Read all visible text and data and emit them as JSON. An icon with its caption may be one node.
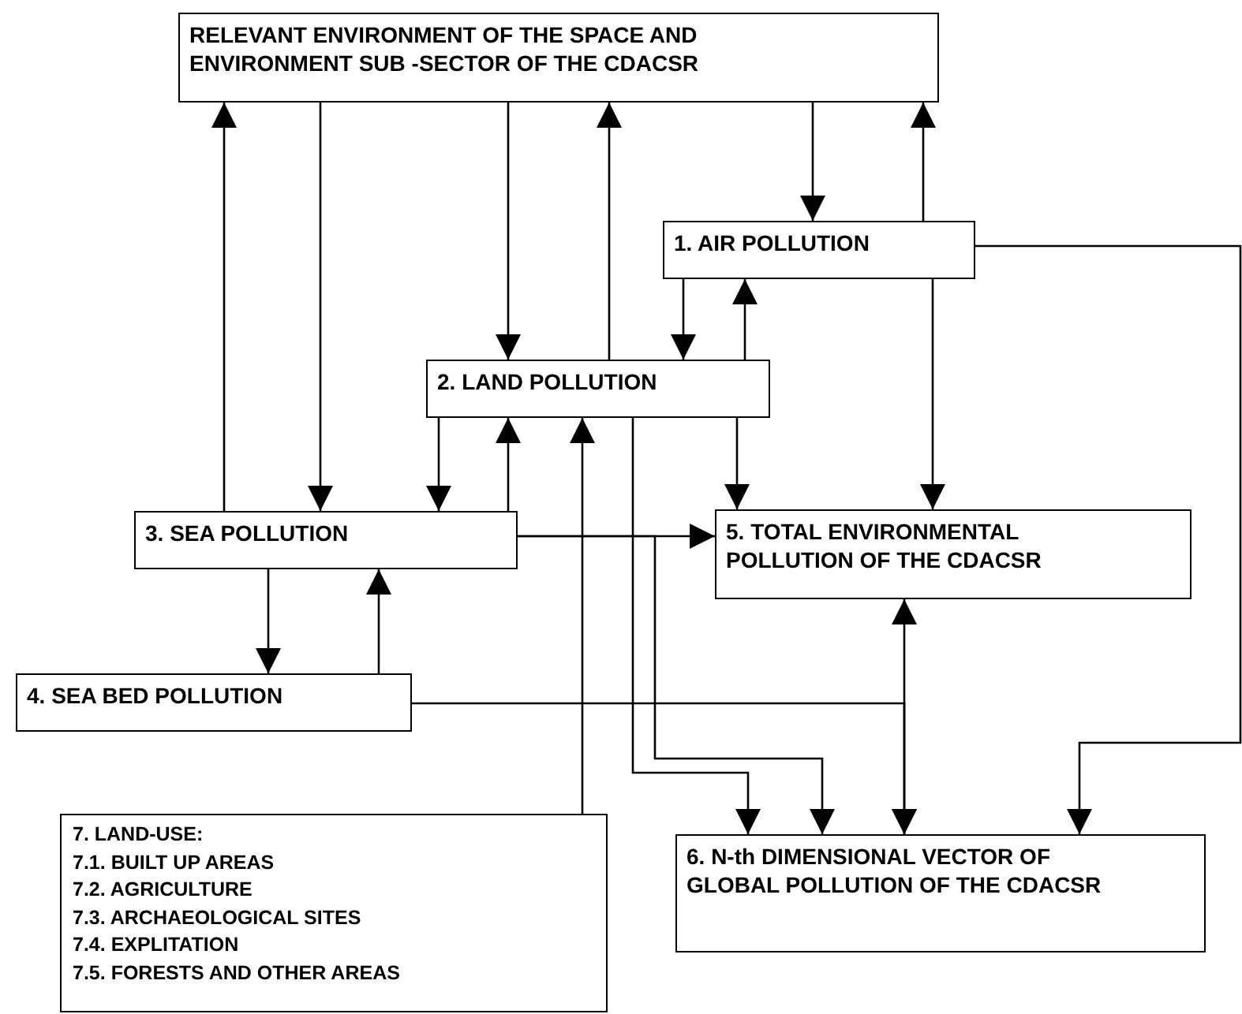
{
  "diagram": {
    "nodes": [
      {
        "text": [
          "RELEVANT ENVIRONMENT OF THE SPACE AND ENVIRONMENT SUB -SECTOR OF THE CDACSR"
        ]
      },
      {
        "text": [
          "1. AIR POLLUTION"
        ]
      },
      {
        "text": [
          "2. LAND POLLUTION"
        ]
      },
      {
        "text": [
          "3. SEA POLLUTION"
        ]
      },
      {
        "text": [
          "4. SEA BED POLLUTION"
        ]
      },
      {
        "text": [
          "5. TOTAL ENVIRONMENTAL POLLUTION OF THE CDACSR"
        ]
      },
      {
        "text": [
          "6. N-th DIMENSIONAL VECTOR OF GLOBAL POLLUTION OF THE CDACSR"
        ]
      },
      {
        "text": [
          "7. LAND-USE:",
          "7.1. BUILT UP AREAS",
          "7.2. AGRICULTURE",
          "7.3. ARCHAEOLOGICAL SITES",
          "7.4. EXPLITATION",
          "7.5. FORESTS AND OTHER AREAS"
        ]
      }
    ],
    "edges": [
      {
        "from": 3,
        "to": 0,
        "arrow": "to"
      },
      {
        "from": 0,
        "to": 3,
        "arrow": "to"
      },
      {
        "from": 0,
        "to": 2,
        "arrow": "to"
      },
      {
        "from": 2,
        "to": 0,
        "arrow": "to"
      },
      {
        "from": 0,
        "to": 1,
        "arrow": "to"
      },
      {
        "from": 1,
        "to": 0,
        "arrow": "to"
      },
      {
        "from": 1,
        "to": 2,
        "arrow": "to"
      },
      {
        "from": 2,
        "to": 1,
        "arrow": "to"
      },
      {
        "from": 2,
        "to": 3,
        "arrow": "to"
      },
      {
        "from": 3,
        "to": 2,
        "arrow": "to"
      },
      {
        "from": 2,
        "to": 5,
        "arrow": "to"
      },
      {
        "from": 1,
        "to": 5,
        "arrow": "to"
      },
      {
        "from": 3,
        "to": 5,
        "arrow": "to"
      },
      {
        "from": 3,
        "to": 4,
        "arrow": "to"
      },
      {
        "from": 4,
        "to": 3,
        "arrow": "to"
      },
      {
        "from": 7,
        "to": 2,
        "arrow": "to"
      },
      {
        "from": 5,
        "to": 6,
        "arrow": "both"
      },
      {
        "from": 4,
        "to": 6,
        "arrow": "to"
      },
      {
        "from": 2,
        "to": 6,
        "arrow": "to"
      },
      {
        "from": 3,
        "to": 6,
        "arrow": "to"
      },
      {
        "from": 1,
        "to": 6,
        "arrow": "to"
      }
    ]
  }
}
